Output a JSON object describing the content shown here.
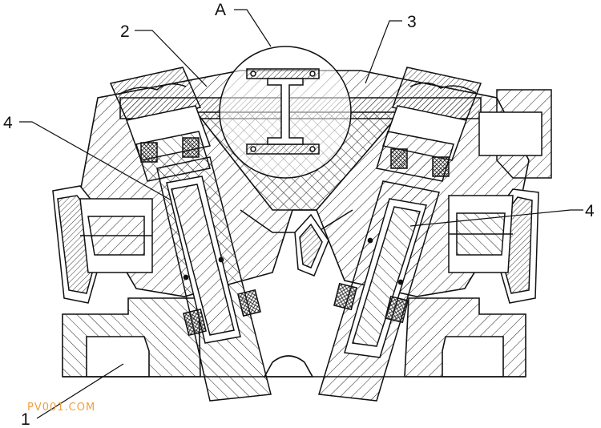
{
  "diagram": {
    "callouts": {
      "label_1": "1",
      "label_2": "2",
      "label_3": "3",
      "label_4_left": "4",
      "label_4_right": "4",
      "label_A": "A"
    },
    "watermark": "PV001.COM"
  },
  "colors": {
    "line": "#111111",
    "background": "#ffffff",
    "watermark": "#f0a040"
  }
}
